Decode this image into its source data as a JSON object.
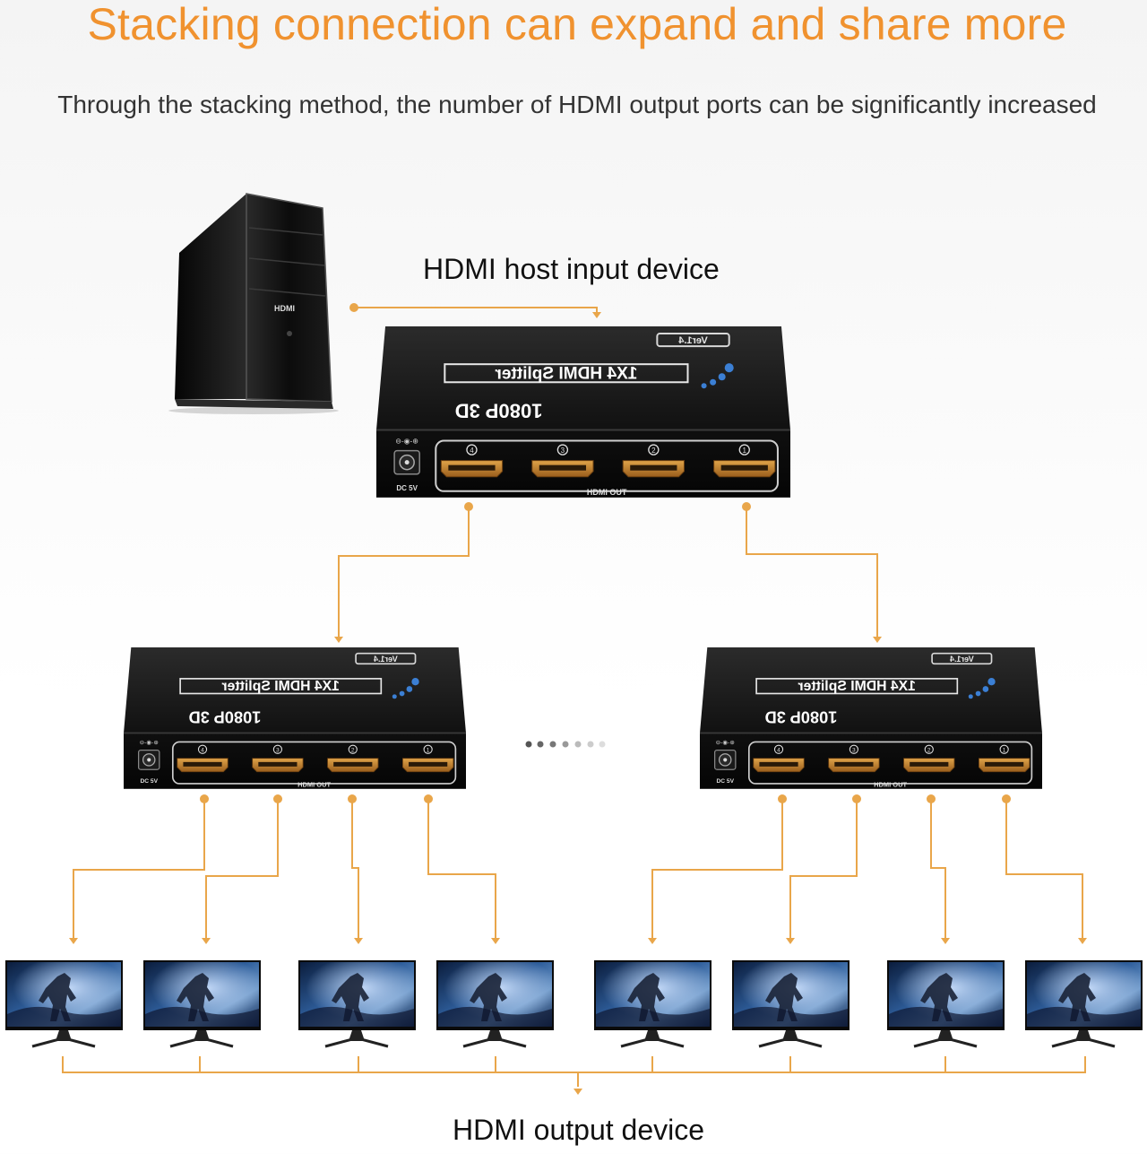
{
  "title": "Stacking connection can expand and share more",
  "subtitle": "Through the stacking method, the number of HDMI output ports can be significantly increased",
  "labels": {
    "input_device": "HDMI host input device",
    "output_device": "HDMI output device"
  },
  "splitter": {
    "model": "1X4 HDMI Splitter",
    "resolution": "1080P 3D",
    "version": "Ver1.4",
    "port_label": "HDMI OUT",
    "power_label": "DC 5V",
    "port_numbers": [
      "4",
      "3",
      "2",
      "1"
    ]
  },
  "pc": {
    "badge": "HDMI"
  },
  "colors": {
    "accent": "#f0922f",
    "connector": "#e9a64a",
    "device_body": "#111111",
    "port_gold": "#c9892f",
    "logo_blue": "#3b7fd4"
  },
  "monitor_count": 8
}
